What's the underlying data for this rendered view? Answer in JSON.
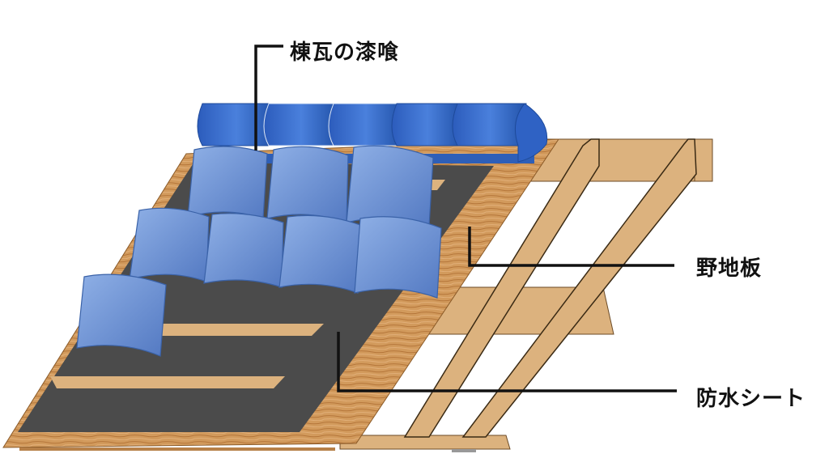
{
  "diagram": {
    "title": "",
    "type": "roof cross-section (tiled roof structure)",
    "labels": [
      {
        "id": "ridge",
        "text": "棟瓦の漆喰",
        "target": "ridge-tile-mortar"
      },
      {
        "id": "sheathing",
        "text": "野地板",
        "target": "roof-sheathing-board"
      },
      {
        "id": "membrane",
        "text": "防水シート",
        "target": "waterproof-underlayment"
      }
    ],
    "components": {
      "ridge_tiles": {
        "count": 5,
        "color": "#2f62c4"
      },
      "roof_tiles": {
        "rows": [
          3,
          4,
          1
        ],
        "color": "#6f93d6"
      },
      "underlayment": {
        "color": "#4a4a4a"
      },
      "battens": {
        "count": 3,
        "color": "#dcb27e"
      },
      "sheathing": {
        "color": "#c98a4b"
      },
      "rafters": {
        "count": 2,
        "color": "#dcb27e"
      }
    },
    "colors": {
      "wood_light": "#dcb27e",
      "wood_grain": "#c98a4b",
      "membrane": "#4a4a4a",
      "tile_light": "#86a6e0",
      "tile_dark": "#4a72bf",
      "ridge_light": "#3e74d6",
      "ridge_dark": "#1f4fa8",
      "leader_line": "#111111"
    }
  }
}
